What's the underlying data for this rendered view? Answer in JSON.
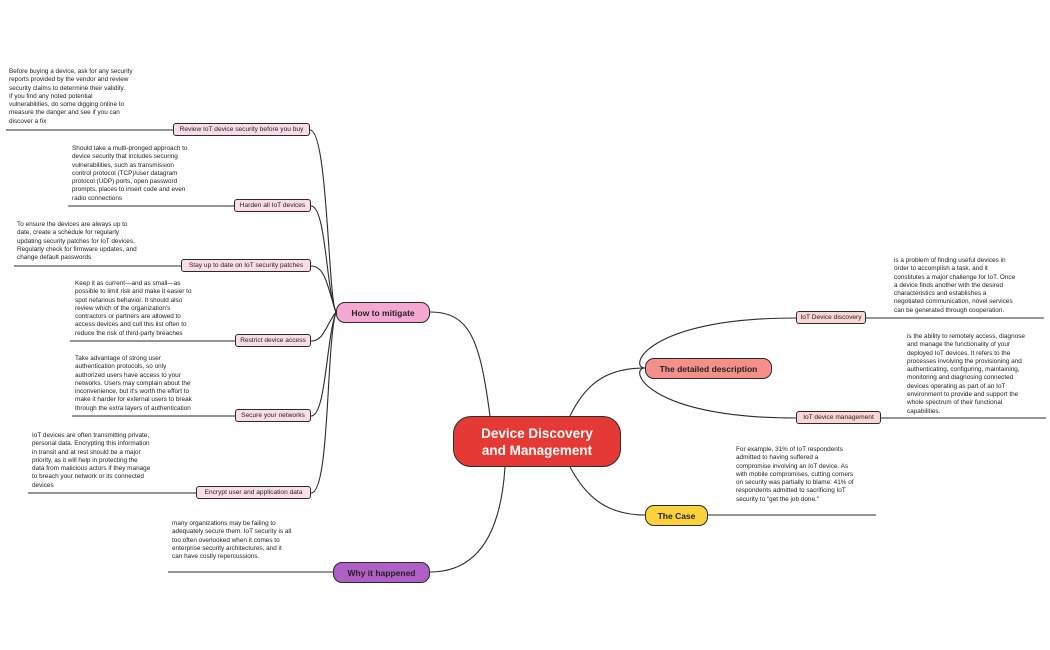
{
  "central": {
    "title": "Device Discovery\nand Management"
  },
  "main_topics": {
    "how_to_mitigate": {
      "label": "How to mitigate",
      "color": "#f6a8d2"
    },
    "why_it_happened": {
      "label": "Why it happened",
      "color": "#b05fc6"
    },
    "detailed_description": {
      "label": "The detailed description",
      "color": "#f58f8a"
    },
    "the_case": {
      "label": "The Case",
      "color": "#f9d23c"
    }
  },
  "mitigate_items": [
    {
      "label": "Review IoT device security before you buy",
      "note": "Before buying a device, ask for any security\nreports provided by the vendor and review\nsecurity claims to determine their validity.\nIf you find any noted potential\nvulnerabilities, do some digging online to\nmeasure the danger and see if you can\ndiscover a fix"
    },
    {
      "label": "Harden all IoT devices",
      "note": "Should take a multi-pronged approach to\ndevice security that includes securing\nvulnerabilities, such as transmission\ncontrol protocol (TCP)/user datagram\nprotocol (UDP) ports, open password\nprompts, places to insert code and even\nradio connections"
    },
    {
      "label": "Stay up to date on IoT security patches",
      "note": "To ensure the devices are always up to\ndate, create a schedule for regularly\nupdating security patches for IoT devices.\nRegularly check for firmware updates, and\nchange default passwords"
    },
    {
      "label": "Restrict device access",
      "note": "Keep it as current—and as small—as\npossible to limit risk and make it easier to\nspot nefarious behavior. It should also\nreview which of the organization's\ncontractors or partners are allowed to\naccess devices and cull this list often to\nreduce the risk of third-party breaches"
    },
    {
      "label": "Secure your networks",
      "note": "Take advantage of strong user\nauthentication protocols, so only\nauthorized users have access to your\nnetworks. Users may complain about the\ninconvenience, but it's worth the effort to\nmake it harder for external users to break\nthrough the extra layers of authentication"
    },
    {
      "label": "Encrypt user and application data",
      "note": "IoT devices are often transmitting private,\npersonal data. Encrypting this information\nin transit and at rest should be a major\npriority, as it will help in protecting the\ndata from malicious actors if they manage\nto breach your network or its connected\ndevices"
    }
  ],
  "why_note": "many organizations may be failing to\nadequately secure them. IoT security is all\ntoo often overlooked when it comes to\nenterprise security architectures, and it\ncan have costly repercussions.",
  "description_items": [
    {
      "label": "IoT Device discovery",
      "note": "is a problem of finding useful devices in\norder to accomplish a task, and it\nconstitutes a major challenge for IoT. Once\na device finds another with the desired\ncharacteristics and establishes a\nnegotiated communication, novel services\ncan be generated through cooperation."
    },
    {
      "label": "IoT device management",
      "note": " is the ability to remotely access, diagnose\nand manage the functionality of your\ndeployed IoT devices. It refers to the\nprocesses involving the provisioning and\nauthenticating, configuring, maintaining,\nmonitoring and diagnosing connected\ndevices operating as part of an IoT\nenvironment to provide and support the\nwhole spectrum of their functional\ncapabilities."
    }
  ],
  "case_note": "For example, 31% of IoT respondents\nadmitted to having suffered a\ncompromise involving an IoT device. As\nwith mobile compromises, cutting corners\non security was partially to blame: 41% of\nrespondents admitted to sacrificing IoT\nsecurity to \"get the job done.\""
}
